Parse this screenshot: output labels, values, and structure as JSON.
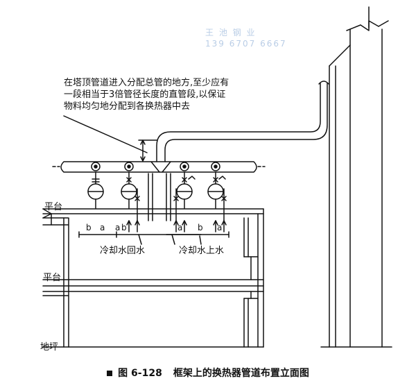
{
  "watermark": {
    "line1": "王 池 钢 业",
    "line2": "139 6707 6667"
  },
  "annotation": {
    "lines": [
      "在塔顶管道进入分配总管的地方,至少应有",
      "一段相当于3倍管径长度的直管段,以保证",
      "物料均匀地分配到各换热器中去"
    ]
  },
  "levels": {
    "platform_top": "平台",
    "platform_mid": "平台",
    "ground": "地坪"
  },
  "flows": {
    "return_water": "冷却水回水",
    "supply_water": "冷却水上水"
  },
  "dimension_marks": {
    "b": "b",
    "a": "a"
  },
  "caption": {
    "figure_no": "图 6-128",
    "title": "框架上的换热器管道布置立面图"
  }
}
